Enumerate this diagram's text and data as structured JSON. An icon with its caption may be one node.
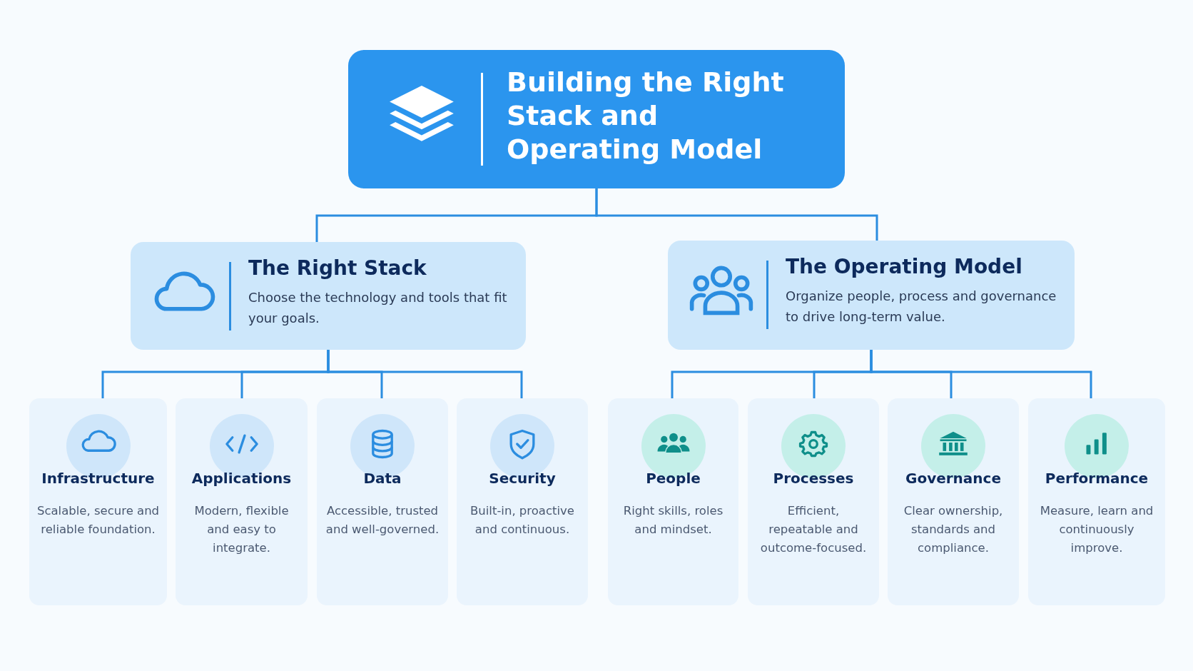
{
  "diagram": {
    "nodes": [
      {
        "text": [
          "Building the Right Stack and Operating Model"
        ]
      },
      {
        "text": [
          "The Right Stack",
          "Choose the technology and tools that fit your goals."
        ]
      },
      {
        "text": [
          "The Operating Model",
          "Organize people, process and governance to drive long-term value."
        ]
      },
      {
        "text": [
          "Infrastructure",
          "Scalable, secure and reliable foundation."
        ]
      },
      {
        "text": [
          "Applications",
          "Modern, flexible and easy to integrate."
        ]
      },
      {
        "text": [
          "Data",
          "Accessible, trusted and well-governed."
        ]
      },
      {
        "text": [
          "Security",
          "Built-in, proactive and continuous."
        ]
      },
      {
        "text": [
          "People",
          "Right skills, roles and mindset."
        ]
      },
      {
        "text": [
          "Processes",
          "Efficient, repeatable and outcome-focused."
        ]
      },
      {
        "text": [
          "Governance",
          "Clear ownership, standards and compliance."
        ]
      },
      {
        "text": [
          "Performance",
          "Measure, learn and continuously improve."
        ]
      }
    ],
    "edges": [
      {
        "from": 0,
        "to": 1,
        "arrow": "none"
      },
      {
        "from": 0,
        "to": 2,
        "arrow": "none"
      },
      {
        "from": 1,
        "to": 3,
        "arrow": "none"
      },
      {
        "from": 1,
        "to": 4,
        "arrow": "none"
      },
      {
        "from": 1,
        "to": 5,
        "arrow": "none"
      },
      {
        "from": 1,
        "to": 6,
        "arrow": "none"
      },
      {
        "from": 2,
        "to": 7,
        "arrow": "none"
      },
      {
        "from": 2,
        "to": 8,
        "arrow": "none"
      },
      {
        "from": 2,
        "to": 9,
        "arrow": "none"
      },
      {
        "from": 2,
        "to": 10,
        "arrow": "none"
      }
    ]
  }
}
